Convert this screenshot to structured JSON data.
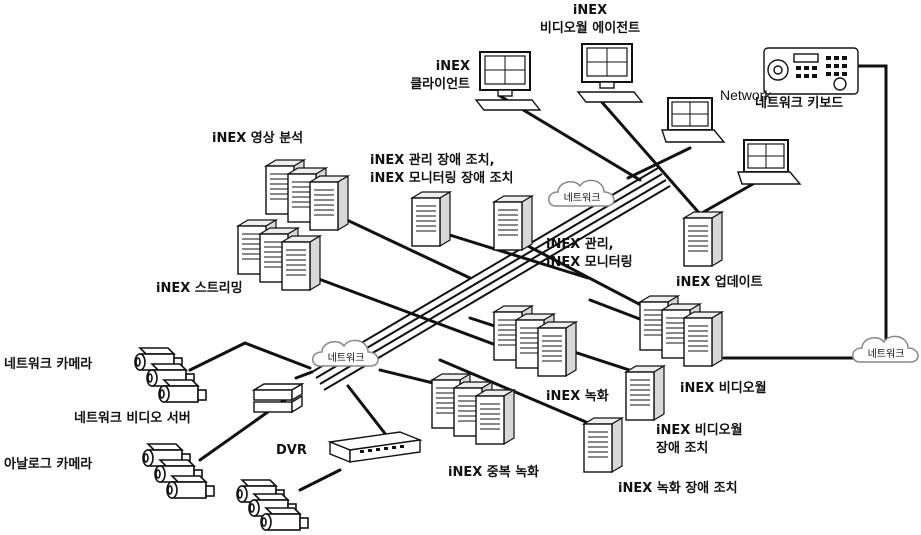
{
  "labels": {
    "client": [
      "iNEX",
      "클라이언트"
    ],
    "videowall_agent": [
      "iNEX",
      "비디오월 에이전트"
    ],
    "network_keyboard_en": "Network",
    "network_keyboard": "네트워크 키보드",
    "analytics": "iNEX 영상 분석",
    "mgmt_failover": [
      "iNEX 관리 장애 조치,",
      "iNEX 모니터링 장애 조치"
    ],
    "mgmt": [
      "iNEX 관리,",
      "iNEX 모니터링"
    ],
    "update": "iNEX 업데이트",
    "streaming": "iNEX 스트리밍",
    "recording": "iNEX 녹화",
    "videowall": "iNEX 비디오월",
    "videowall_failover": [
      "iNEX 비디오월",
      "장애 조치"
    ],
    "redundant_recording": "iNEX 중복 녹화",
    "recording_failover": "iNEX 녹화 장애 조치",
    "network_camera": "네트워크 카메라",
    "network_video_server": "네트워크 비디오 서버",
    "analog_camera": "아날로그 카메라",
    "dvr": "DVR"
  },
  "clouds": {
    "center": "네트워크",
    "top": "네트워크",
    "right": "네트워크"
  },
  "icons": {
    "server": "server-tower-icon",
    "monitor": "pc-monitor-icon",
    "laptop": "laptop-icon",
    "keyboard": "ptz-keyboard-icon",
    "camera": "camera-icon",
    "cloud": "cloud-icon",
    "dvr": "dvr-icon",
    "encoder": "video-server-icon"
  }
}
